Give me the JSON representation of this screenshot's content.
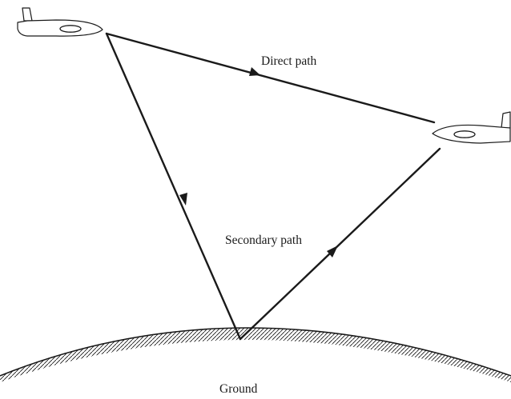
{
  "labels": {
    "direct": "Direct path",
    "secondary": "Secondary path",
    "ground": "Ground"
  },
  "colors": {
    "ink": "#1a1a1a",
    "background": "#ffffff"
  },
  "icons": {
    "transmitter": "aircraft-icon",
    "receiver": "aircraft-icon",
    "surface": "hatched-ground-icon"
  }
}
